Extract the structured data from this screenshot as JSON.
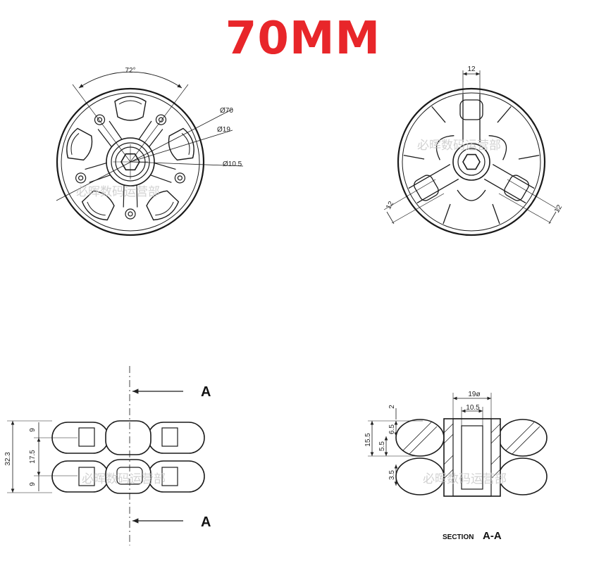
{
  "title": "70MM",
  "front_view": {
    "angle": "72°",
    "dia_outer": "Ø70",
    "dia_hub": "Ø19",
    "dia_bore": "Ø10.5"
  },
  "rear_view": {
    "dim_top": "12",
    "dim_left": "12",
    "dim_right": "12"
  },
  "side_view": {
    "total": "32.3",
    "upper": "9",
    "middle": "17.5",
    "lower": "9",
    "section_marker_top": "A",
    "section_marker_bottom": "A"
  },
  "section_view": {
    "hub_dia": "19ø",
    "bore_dia": "10.5",
    "top_gap": "2",
    "left_total": "15.5",
    "left_inner": "5.5",
    "left_mid": "6.5",
    "lower": "3.5",
    "caption_small": "SECTION",
    "caption_big": "A-A"
  },
  "watermark": "必晖数码运营部",
  "colors": {
    "title": "#e8262a",
    "line": "#1a1a1a",
    "watermark": "#c9c9c9"
  }
}
